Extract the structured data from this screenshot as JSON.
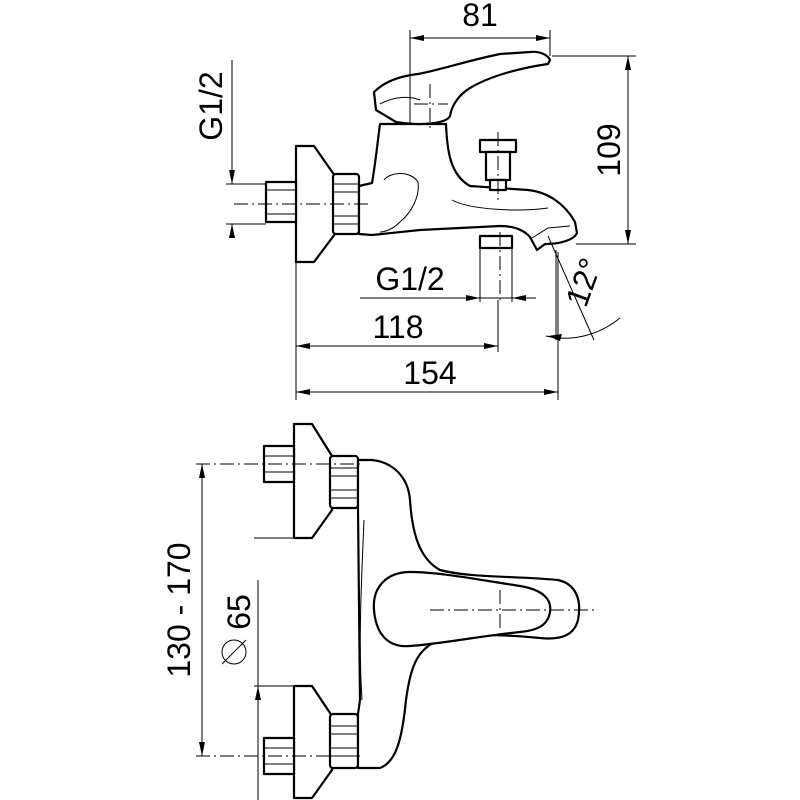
{
  "dimensions": {
    "spout_reach": "81",
    "height": "109",
    "thread_inlet": "G1/2",
    "thread_outlet": "G1/2",
    "outlet_offset": "118",
    "overall_length": "154",
    "spout_angle": "12°",
    "center_distance": "130 - 170",
    "flange_diameter": "65"
  }
}
